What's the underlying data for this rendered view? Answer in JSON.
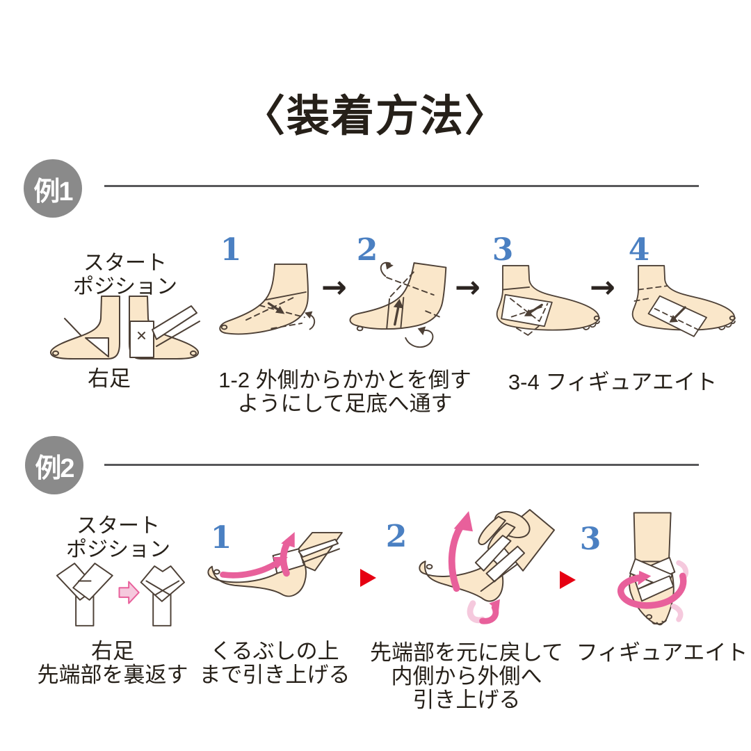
{
  "title": "〈装着方法〉",
  "colors": {
    "text_black": "#262019",
    "outline": "#4D4036",
    "skin": "#FAE7CA",
    "bandage_white": "#FFFFFF",
    "step_number_blue": "#4B80C2",
    "badge_gray": "#8A8A8A",
    "divider_gray": "#58585A",
    "arrow_black": "#2B2420",
    "arrow_red": "#E60012",
    "accent_pink": "#E8609B",
    "accent_pink_light": "#F5C9DD"
  },
  "example1": {
    "badge_label": "例1",
    "start_label_line1": "スタート",
    "start_label_line2": "ポジション",
    "start_caption": "右足",
    "arrow_glyph": "→",
    "steps": [
      {
        "number": "1"
      },
      {
        "number": "2"
      },
      {
        "number": "3"
      },
      {
        "number": "4"
      }
    ],
    "caption_steps12_line1": "1-2 外側からかかとを倒す",
    "caption_steps12_line2": "ようにして足底へ通す",
    "caption_steps34": "3-4 フィギュアエイト"
  },
  "example2": {
    "badge_label": "例2",
    "start_label_line1": "スタート",
    "start_label_line2": "ポジション",
    "start_caption_line1": "右足",
    "start_caption_line2": "先端部を裏返す",
    "steps": [
      {
        "number": "1"
      },
      {
        "number": "2"
      },
      {
        "number": "3"
      }
    ],
    "caption_step1_line1": "くるぶしの上",
    "caption_step1_line2": "まで引き上げる",
    "caption_step2_line1": "先端部を元に戻して",
    "caption_step2_line2": "内側から外側へ",
    "caption_step2_line3": "引き上げる",
    "caption_step3": "フィギュアエイト"
  }
}
